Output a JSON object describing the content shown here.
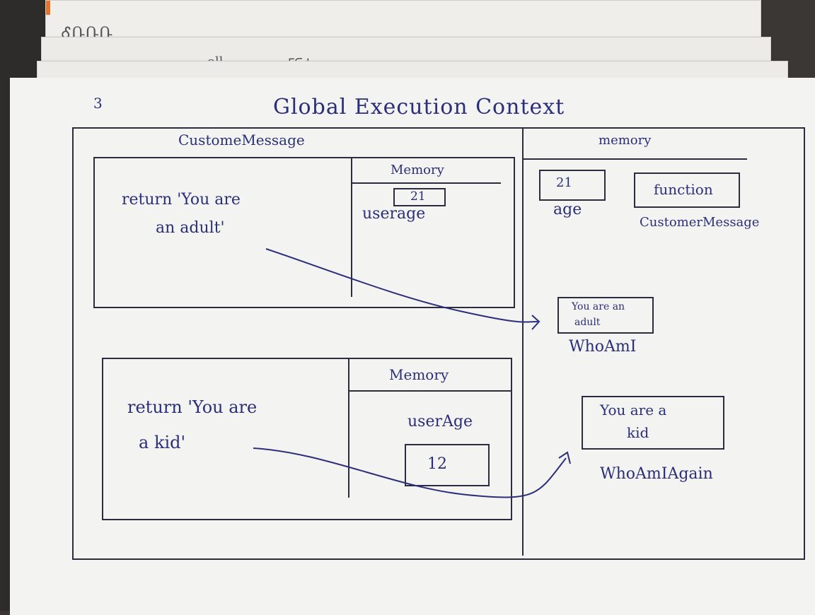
{
  "back_sheets": {
    "scribble_1": "ᎴՌՌՌ",
    "scribble_2": "oll",
    "scribble_3": "ᒥᕮᒧ"
  },
  "page_number": "3",
  "title": "Global Execution Context",
  "global_memory": {
    "header": "memory",
    "age": {
      "value": "21",
      "label": "age"
    },
    "customerMessage": {
      "value": "function",
      "label": "CustomerMessage"
    },
    "whoAmI": {
      "value_line1": "You are an",
      "value_line2": "adult",
      "label": "WhoAmI"
    },
    "whoAmIAgain": {
      "value_line1": "You are a",
      "value_line2": "kid",
      "label": "WhoAmIAgain"
    }
  },
  "exec_context_1": {
    "label": "CustomeMessage",
    "code_line1": "return 'You are",
    "code_line2": "an adult'",
    "memory": {
      "header": "Memory",
      "value": "21",
      "label": "userage"
    }
  },
  "exec_context_2": {
    "code_line1": "return 'You are",
    "code_line2": "a kid'",
    "memory": {
      "header": "Memory",
      "label": "userAge",
      "value": "12"
    }
  },
  "colors": {
    "ink": "#2b2f7a",
    "pencil": "#2c2c3e",
    "paper": "#f3f3f1"
  }
}
